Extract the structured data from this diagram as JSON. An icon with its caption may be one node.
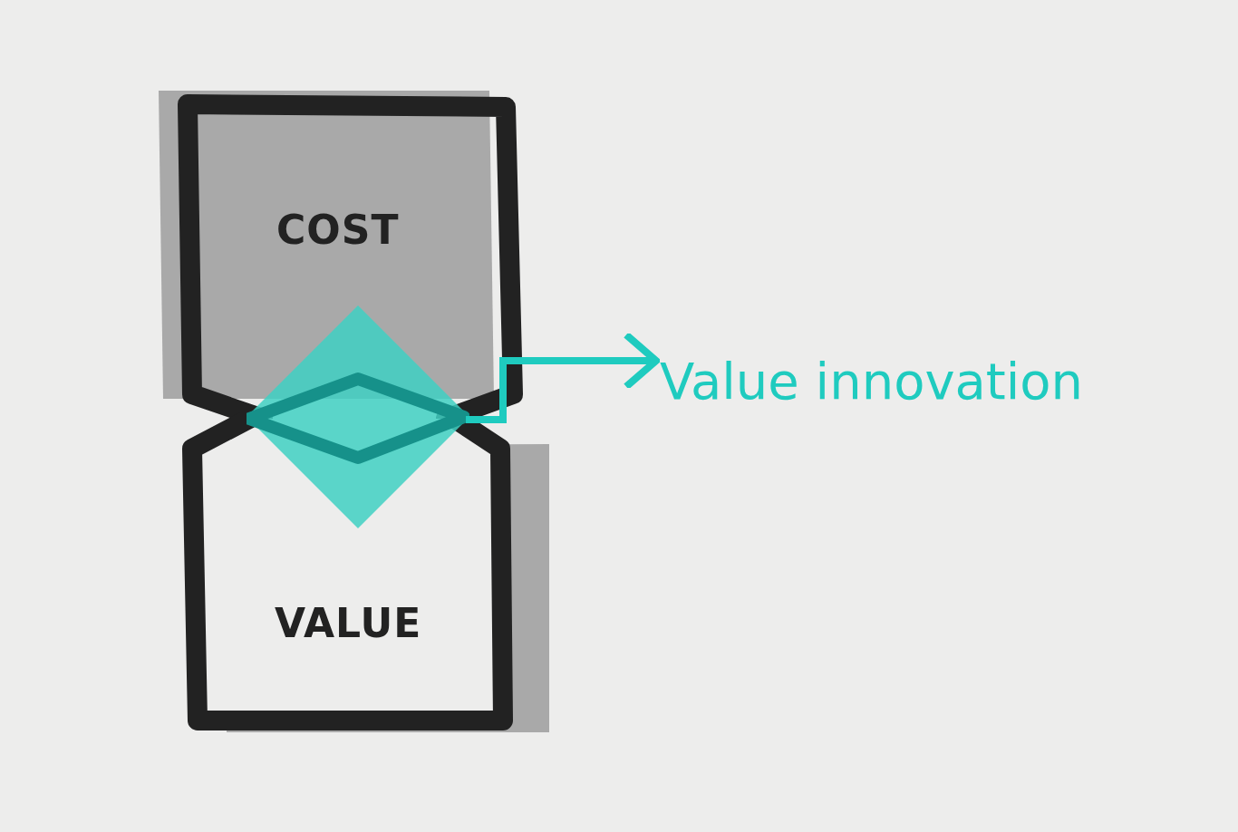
{
  "diagram": {
    "nodes": [
      {
        "text": [
          "COST"
        ]
      },
      {
        "text": [],
        "shape": "diamond"
      },
      {
        "text": [
          "VALUE"
        ]
      },
      {
        "text": [
          "Value innovation"
        ]
      }
    ],
    "edges": [
      {
        "from": 1,
        "to": 3,
        "arrow": "to"
      }
    ]
  }
}
